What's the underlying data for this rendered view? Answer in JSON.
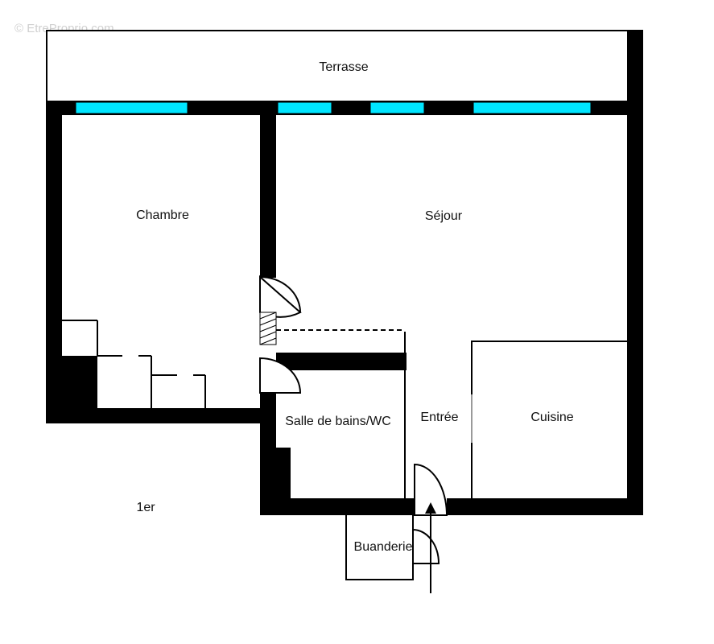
{
  "watermark": "© EtreProprio.com",
  "floor_label": "1er",
  "rooms": {
    "terrasse": "Terrasse",
    "chambre": "Chambre",
    "sejour": "Séjour",
    "salle_de_bains": "Salle de bains/WC",
    "entree": "Entrée",
    "cuisine": "Cuisine",
    "buanderie": "Buanderie"
  },
  "colors": {
    "wall": "#000000",
    "window": "#00e5ff",
    "background": "#ffffff"
  }
}
